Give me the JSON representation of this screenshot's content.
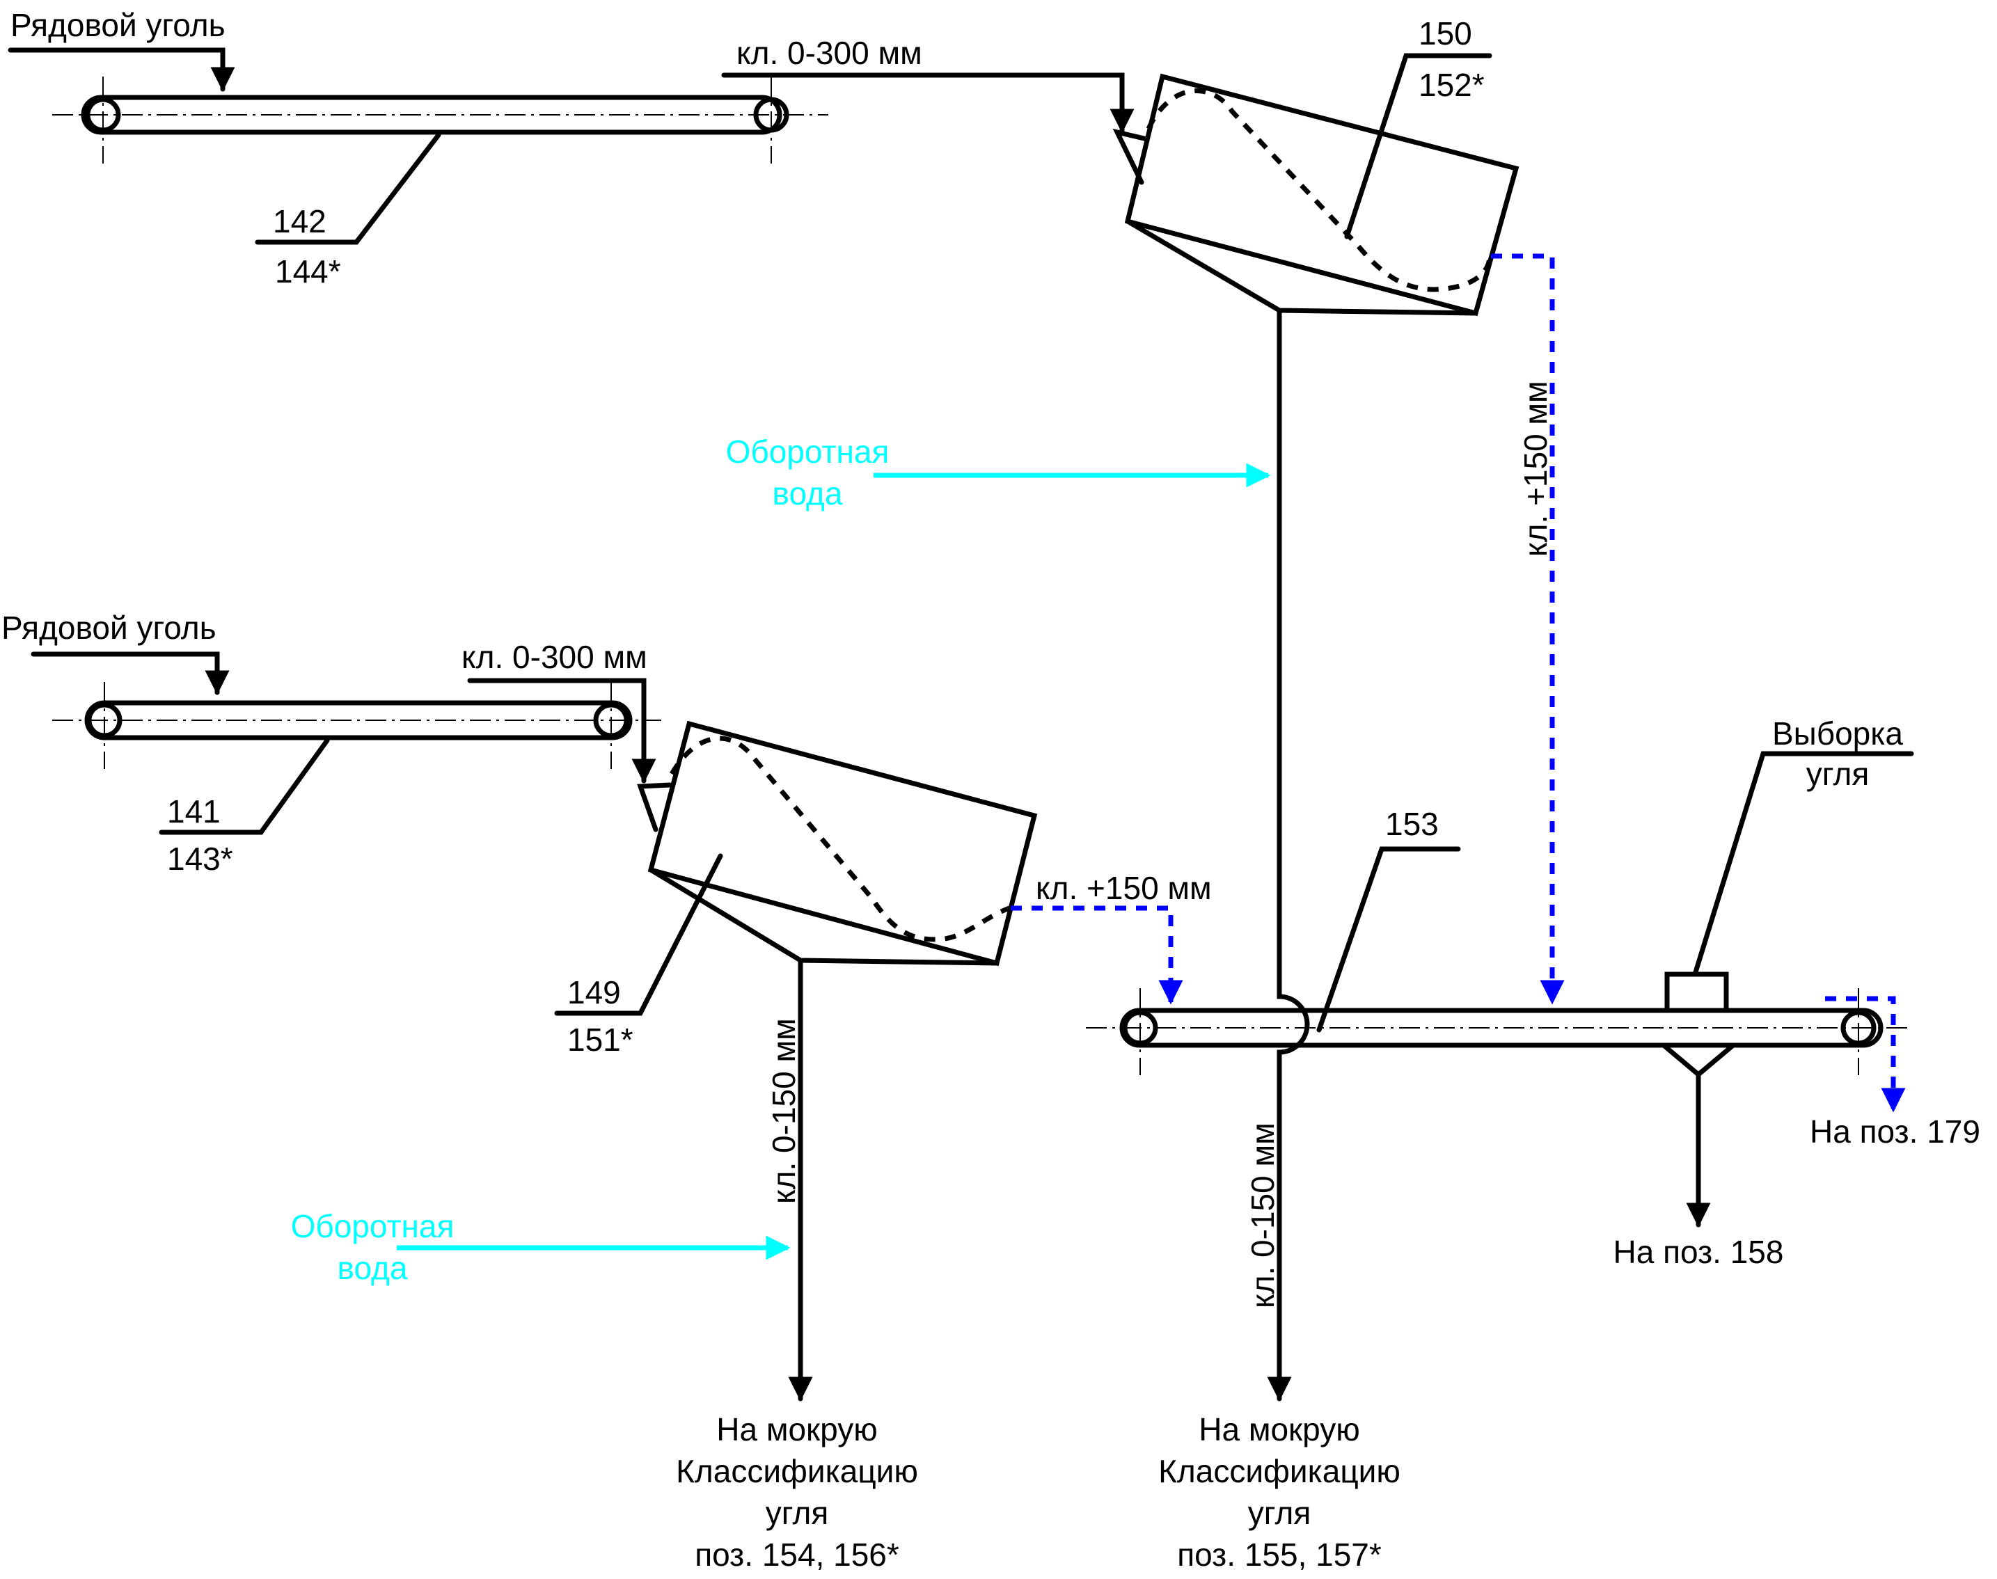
{
  "labels": {
    "top_feed": "Рядовой уголь",
    "top_class": "кл. 0-300 мм",
    "top_conveyor_num": "142",
    "top_conveyor_num_alt": "144*",
    "top_screen_num": "150",
    "top_screen_num_alt": "152*",
    "top_oversize_class": "кл. +150 мм",
    "top_water_1": "Оборотная",
    "top_water_2": "вода",
    "mid_feed": "Рядовой уголь",
    "mid_class": "кл. 0-300 мм",
    "mid_conveyor_num": "141",
    "mid_conveyor_num_alt": "143*",
    "mid_screen_num": "149",
    "mid_screen_num_alt": "151*",
    "mid_oversize_class": "кл. +150 мм",
    "mid_undersize_class": "кл. 0-150 мм",
    "bottom_water_1": "Оборотная",
    "bottom_water_2": "вода",
    "right_conveyor_num": "153",
    "right_undersize_class": "кл. 0-150 мм",
    "coal_pick_1": "Выборка",
    "coal_pick_2": "угля",
    "to_pos_179": "На поз. 179",
    "to_pos_158": "На поз. 158",
    "left_dest_1": "На мокрую",
    "left_dest_2": "Классификацию",
    "left_dest_3": "угля",
    "left_dest_4": "поз. 154, 156*",
    "right_dest_1": "На мокрую",
    "right_dest_2": "Классификацию",
    "right_dest_3": "угля",
    "right_dest_4": "поз. 155, 157*"
  },
  "colors": {
    "line": "#000000",
    "oversize_flow": "#0000ff",
    "water_flow": "#00ffff",
    "background": "#ffffff"
  },
  "icons": {
    "conveyor": "belt-conveyor-icon",
    "screen": "vibrating-screen-icon",
    "chute": "discharge-chute-icon",
    "hopper": "picking-station-icon"
  }
}
